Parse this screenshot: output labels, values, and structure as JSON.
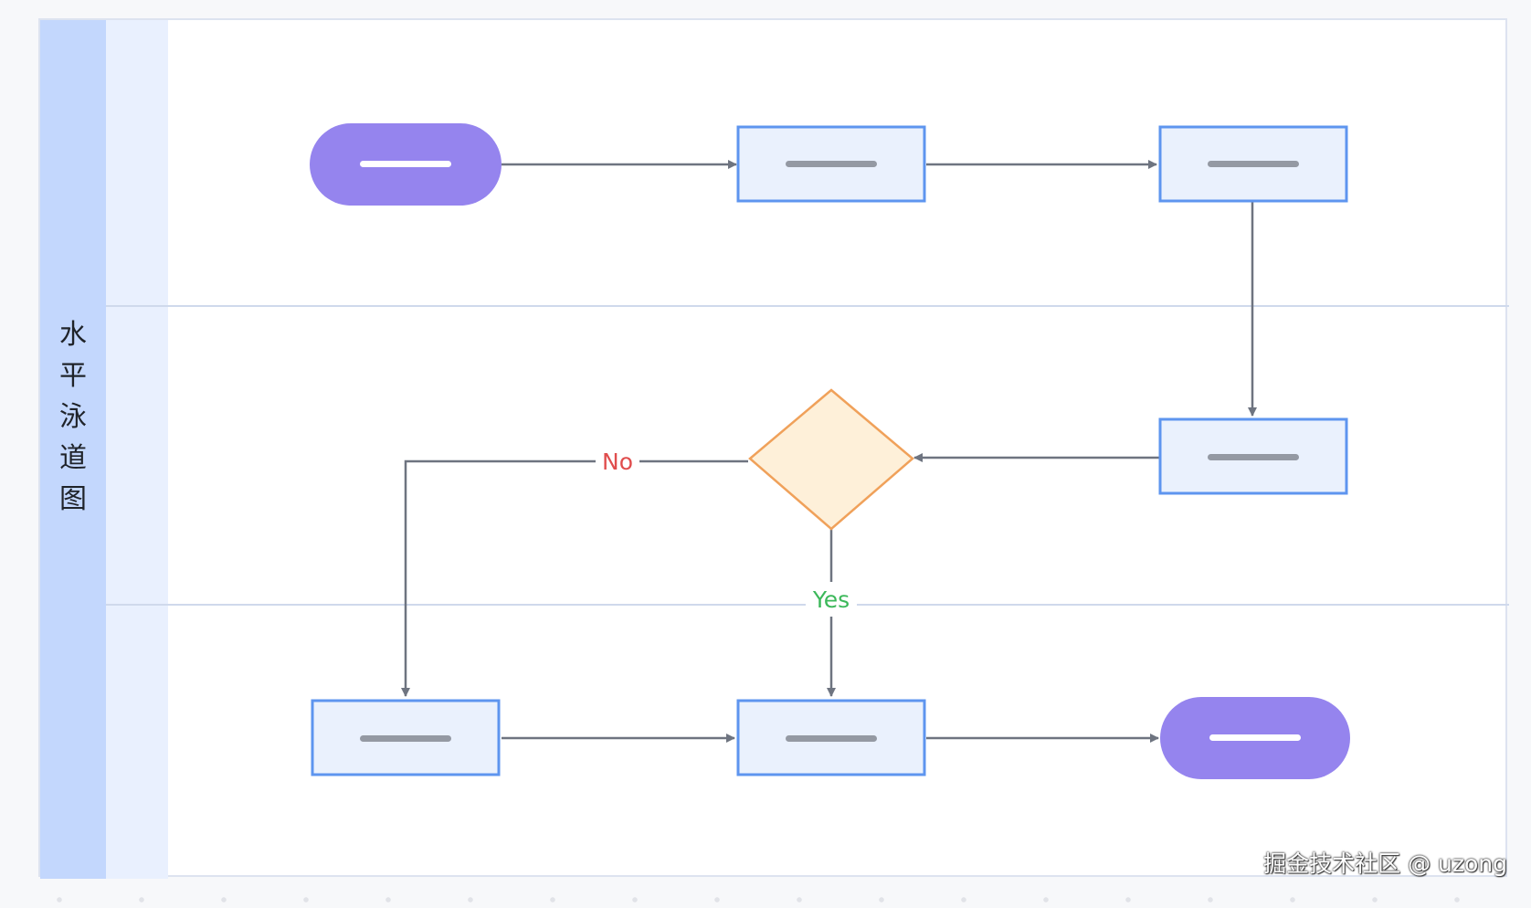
{
  "diagram": {
    "title": "水平泳道图",
    "edge_labels": {
      "no": "No",
      "yes": "Yes"
    }
  },
  "watermark": "掘金技术社区 @ uzong",
  "colors": {
    "pool_header": "#c3d7fd",
    "lane_header": "#e9f0fe",
    "lane_divider": "#cfd9ec",
    "terminal_fill": "#9584ee",
    "process_fill": "#eaf1fd",
    "process_stroke": "#5e95ef",
    "decision_fill": "#fef0d9",
    "decision_stroke": "#f0a15a",
    "connector": "#6e7480",
    "no_label": "#e04d4d",
    "yes_label": "#3cb85a"
  },
  "nodes": [
    {
      "id": "start",
      "type": "terminal",
      "label": ""
    },
    {
      "id": "step-1",
      "type": "process",
      "label": ""
    },
    {
      "id": "step-2",
      "type": "process",
      "label": ""
    },
    {
      "id": "step-3",
      "type": "process",
      "label": ""
    },
    {
      "id": "decision",
      "type": "decision",
      "label": ""
    },
    {
      "id": "step-no",
      "type": "process",
      "label": ""
    },
    {
      "id": "step-yes",
      "type": "process",
      "label": ""
    },
    {
      "id": "end",
      "type": "terminal",
      "label": ""
    }
  ],
  "edges": [
    {
      "from": "start",
      "to": "step-1",
      "label": ""
    },
    {
      "from": "step-1",
      "to": "step-2",
      "label": ""
    },
    {
      "from": "step-2",
      "to": "step-3",
      "label": ""
    },
    {
      "from": "step-3",
      "to": "decision",
      "label": ""
    },
    {
      "from": "decision",
      "to": "step-no",
      "label": "No"
    },
    {
      "from": "decision",
      "to": "step-yes",
      "label": "Yes"
    },
    {
      "from": "step-no",
      "to": "step-yes",
      "label": ""
    },
    {
      "from": "step-yes",
      "to": "end",
      "label": ""
    }
  ]
}
